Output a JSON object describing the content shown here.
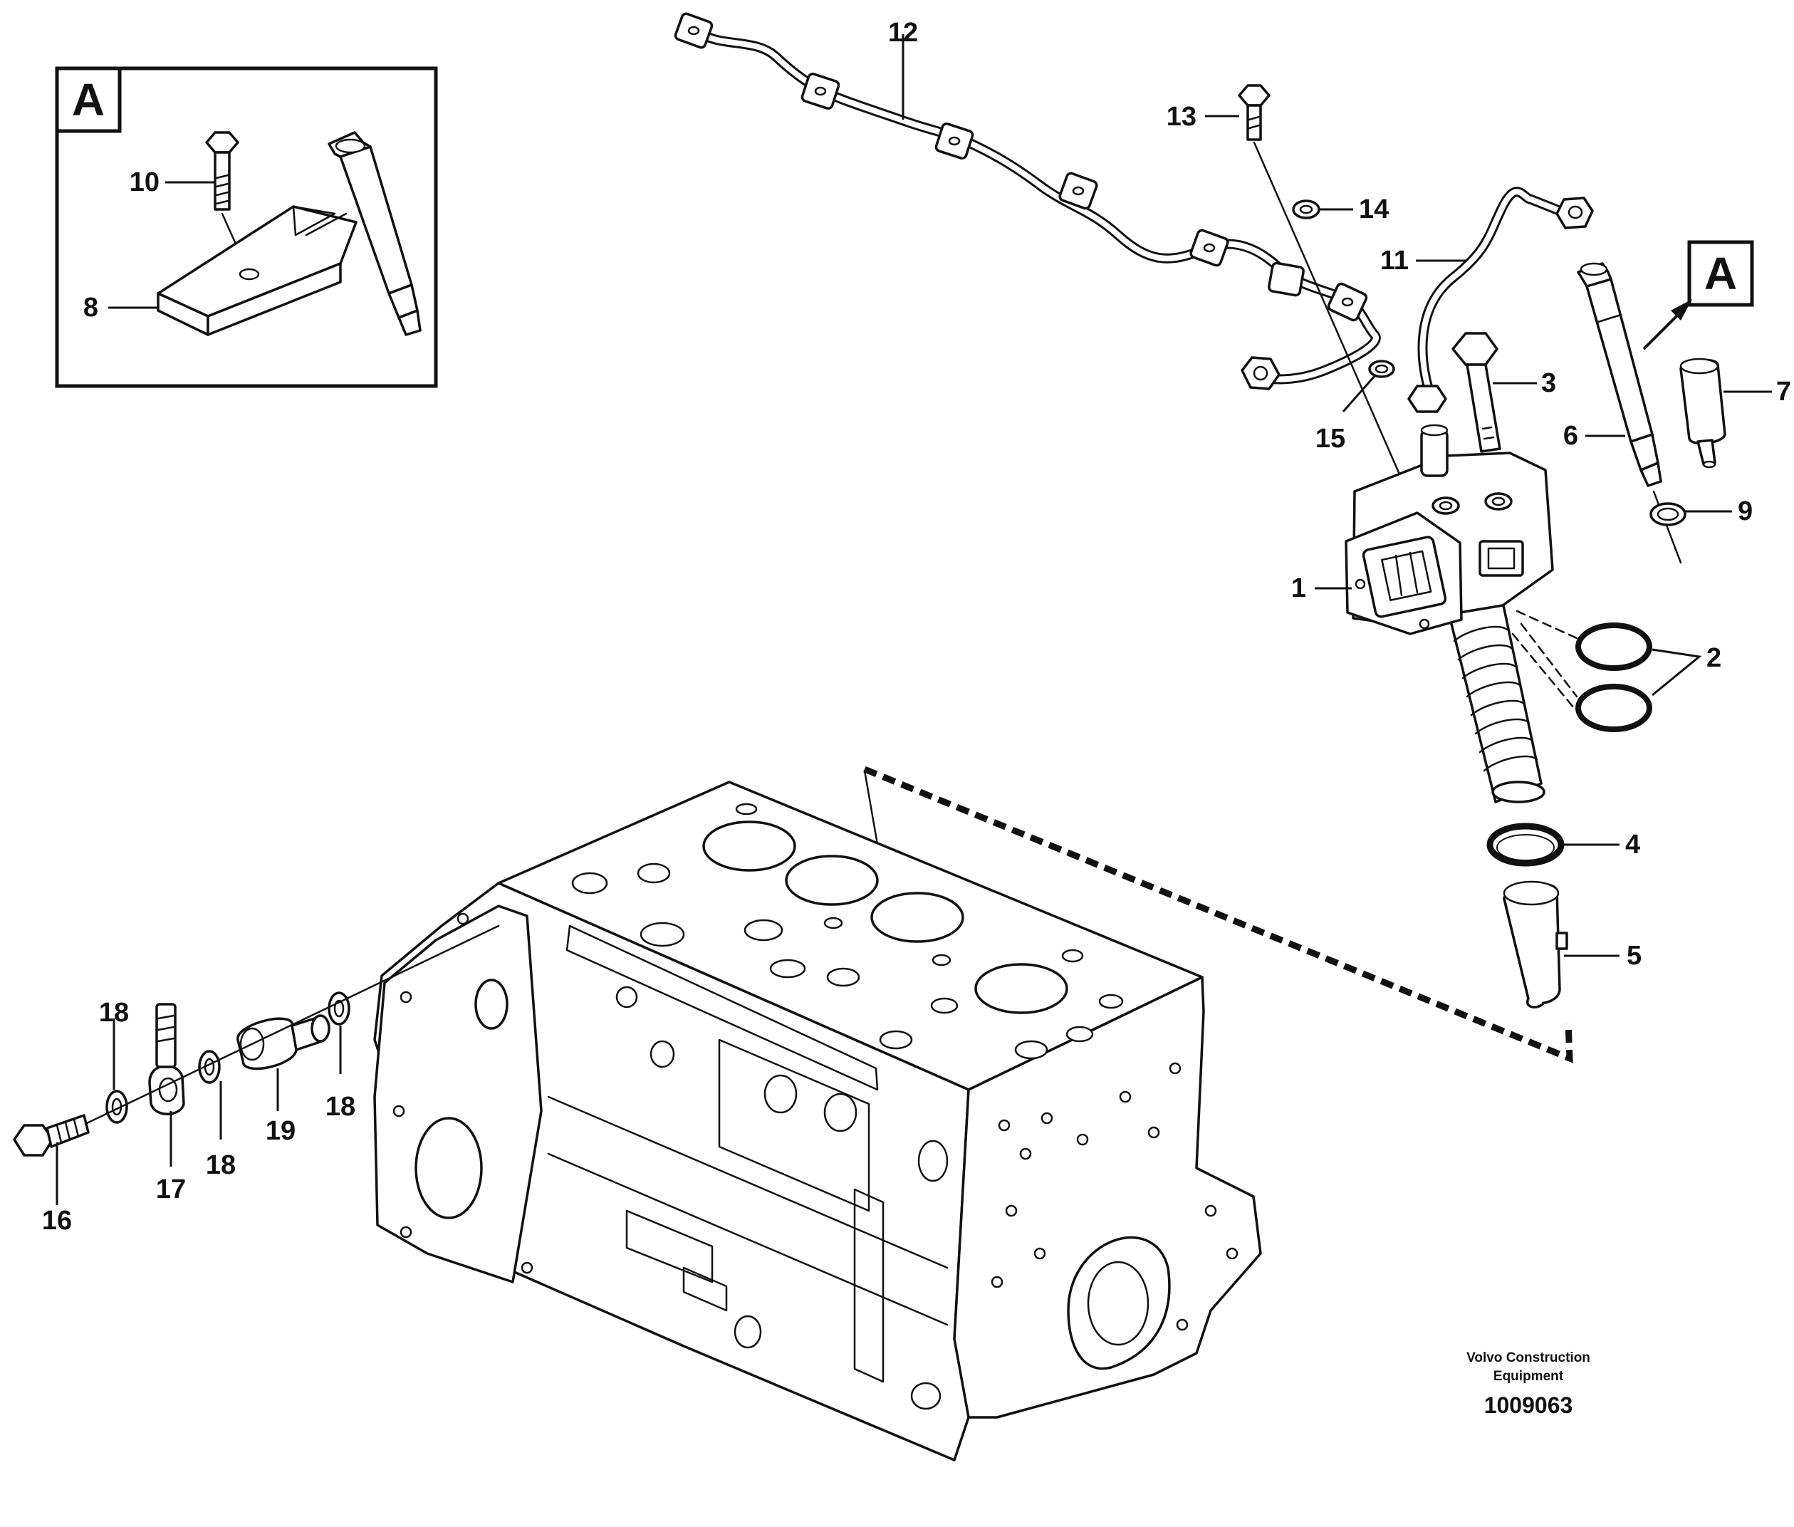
{
  "detail_box": {
    "label": "A"
  },
  "view_marker": {
    "label": "A"
  },
  "callouts": {
    "c1": "1",
    "c2": "2",
    "c3": "3",
    "c4": "4",
    "c5": "5",
    "c6": "6",
    "c7": "7",
    "c8": "8",
    "c9": "9",
    "c10": "10",
    "c11": "11",
    "c12": "12",
    "c13": "13",
    "c14": "14",
    "c15": "15",
    "c16": "16",
    "c17": "17",
    "c18a": "18",
    "c18b": "18",
    "c18c": "18",
    "c19": "19"
  },
  "credit": {
    "line1": "Volvo Construction",
    "line2": "Equipment",
    "figure_number": "1009063"
  }
}
